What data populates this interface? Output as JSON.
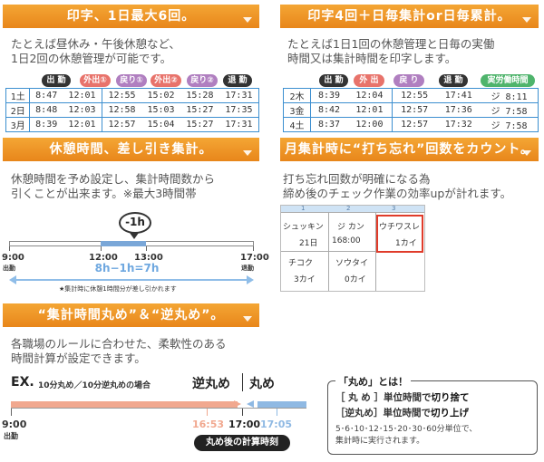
{
  "sections": {
    "s1": {
      "title": "印字、1日最大6回。",
      "desc": "たとえば昼休み・午後休憩など、\n1日2回の休憩管理が可能です。"
    },
    "s2": {
      "title": "印字4回＋日毎集計or日毎累計。",
      "desc": "たとえば1日1回の休憩管理と日毎の実働\n時間又は集計時間を印字します。"
    },
    "s3": {
      "title": "休憩時間、差し引き集計。",
      "desc": "休憩時間を予め設定し、集計時間数から\n引くことが出来ます。※最大3時間帯"
    },
    "s4": {
      "title": "月集計時に“打ち忘れ”回数をカウント。",
      "desc": "打ち忘れ回数が明確になる為\n締め後のチェック作業の効率upが計れます。"
    },
    "s5": {
      "title": "“集計時間丸め”＆“逆丸め”。",
      "desc": "各職場のルールに合わせた、柔軟性のある\n時間計算が設定できます。"
    }
  },
  "table1": {
    "headers": [
      {
        "label": "出 勤",
        "color": "#333333"
      },
      {
        "label": "外出①",
        "color": "#e8736b"
      },
      {
        "label": "戻り①",
        "color": "#b07fc0"
      },
      {
        "label": "外出②",
        "color": "#e8736b"
      },
      {
        "label": "戻り②",
        "color": "#b07fc0"
      },
      {
        "label": "退 勤",
        "color": "#333333"
      }
    ],
    "rows": [
      [
        "1土",
        "8:47",
        "12:01",
        "12:55",
        "15:02",
        "15:28",
        "17:31"
      ],
      [
        "2日",
        "8:48",
        "12:03",
        "12:58",
        "15:03",
        "15:27",
        "17:35"
      ],
      [
        "3月",
        "8:39",
        "12:01",
        "12:57",
        "15:04",
        "15:27",
        "17:31"
      ]
    ]
  },
  "table2": {
    "headers": [
      {
        "label": "出 勤",
        "color": "#333333"
      },
      {
        "label": "外 出",
        "color": "#e8736b"
      },
      {
        "label": "戻 り",
        "color": "#b07fc0"
      },
      {
        "label": "退 勤",
        "color": "#333333"
      },
      {
        "label": "実労働時間",
        "color": "#4fb46c"
      }
    ],
    "rows": [
      [
        "2木",
        "8:39",
        "12:04",
        "12:55",
        "17:41",
        "ジ 8:11"
      ],
      [
        "3金",
        "8:42",
        "12:01",
        "12:57",
        "17:36",
        "ジ 7:58"
      ],
      [
        "4土",
        "8:37",
        "12:00",
        "12:57",
        "17:32",
        "ジ 7:58"
      ]
    ]
  },
  "timeline1": {
    "deduct": "-1h",
    "start": "9:00",
    "start_sub": "出勤",
    "t2": "12:00",
    "t3": "13:00",
    "end": "17:00",
    "end_sub": "退勤",
    "formula": "8h−1h=7h",
    "note": "★集計時に休憩1時間分が差し引かれます"
  },
  "grid": {
    "cols": [
      "1",
      "2",
      "3"
    ],
    "c1": [
      "シュッキン",
      "21日",
      "チコク",
      "3カイ"
    ],
    "c2": [
      "ジ カン",
      "168:00",
      "ソウタイ",
      "0カイ"
    ],
    "c3": [
      "ウチワスレ",
      "1カイ"
    ]
  },
  "timeline2": {
    "ex": "EX.",
    "ex_sub": "10分丸め／10分逆丸めの場合",
    "gyaku": "逆丸め",
    "maru": "丸め",
    "start": "9:00",
    "start_sub": "出勤",
    "t_a": "16:53",
    "t_b": "17:00",
    "t_c": "17:05",
    "result": "丸め後の計算時刻"
  },
  "explain": {
    "title": "「丸め」とは！",
    "line1a": "［ 丸 め ］単位時間で",
    "line1b": "切り捨て",
    "line2a": "［逆丸め］単位時間で",
    "line2b": "切り上げ",
    "note": "5･6･10･12･15･20･30･60分単位で、\n集計時に実行されます。"
  }
}
